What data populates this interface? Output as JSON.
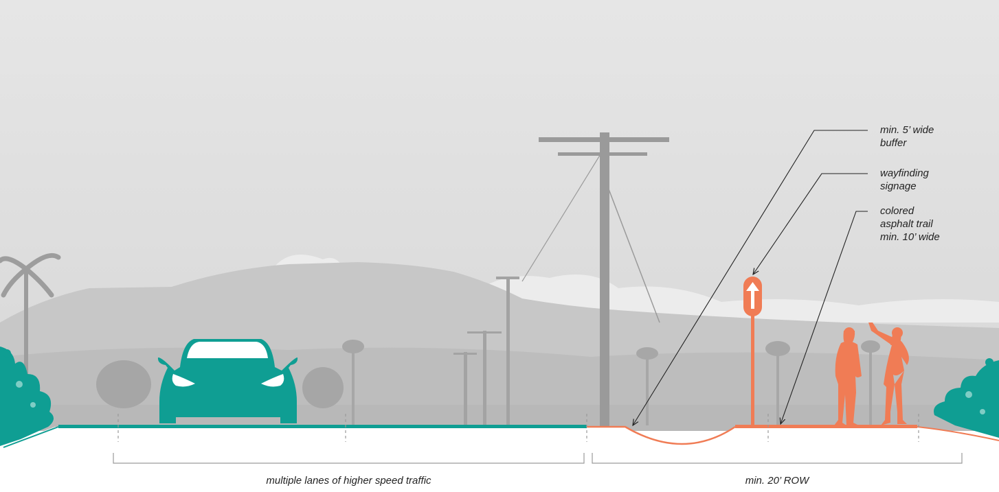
{
  "callouts": {
    "buffer": "min. 5’ wide\nbuffer",
    "signage": "wayfinding\nsignage",
    "trail": "colored\nasphalt trail\nmin. 10’ wide"
  },
  "captions": {
    "traffic": "multiple lanes of higher speed traffic",
    "row": "min. 20’ ROW"
  },
  "colors": {
    "teal": "#0f9e93",
    "orange": "#f07c55",
    "sky": "#dedede",
    "mountain": "#c4c4c4",
    "dash": "#999999",
    "bracket": "#9a9a9a",
    "callout_line": "#222222"
  }
}
